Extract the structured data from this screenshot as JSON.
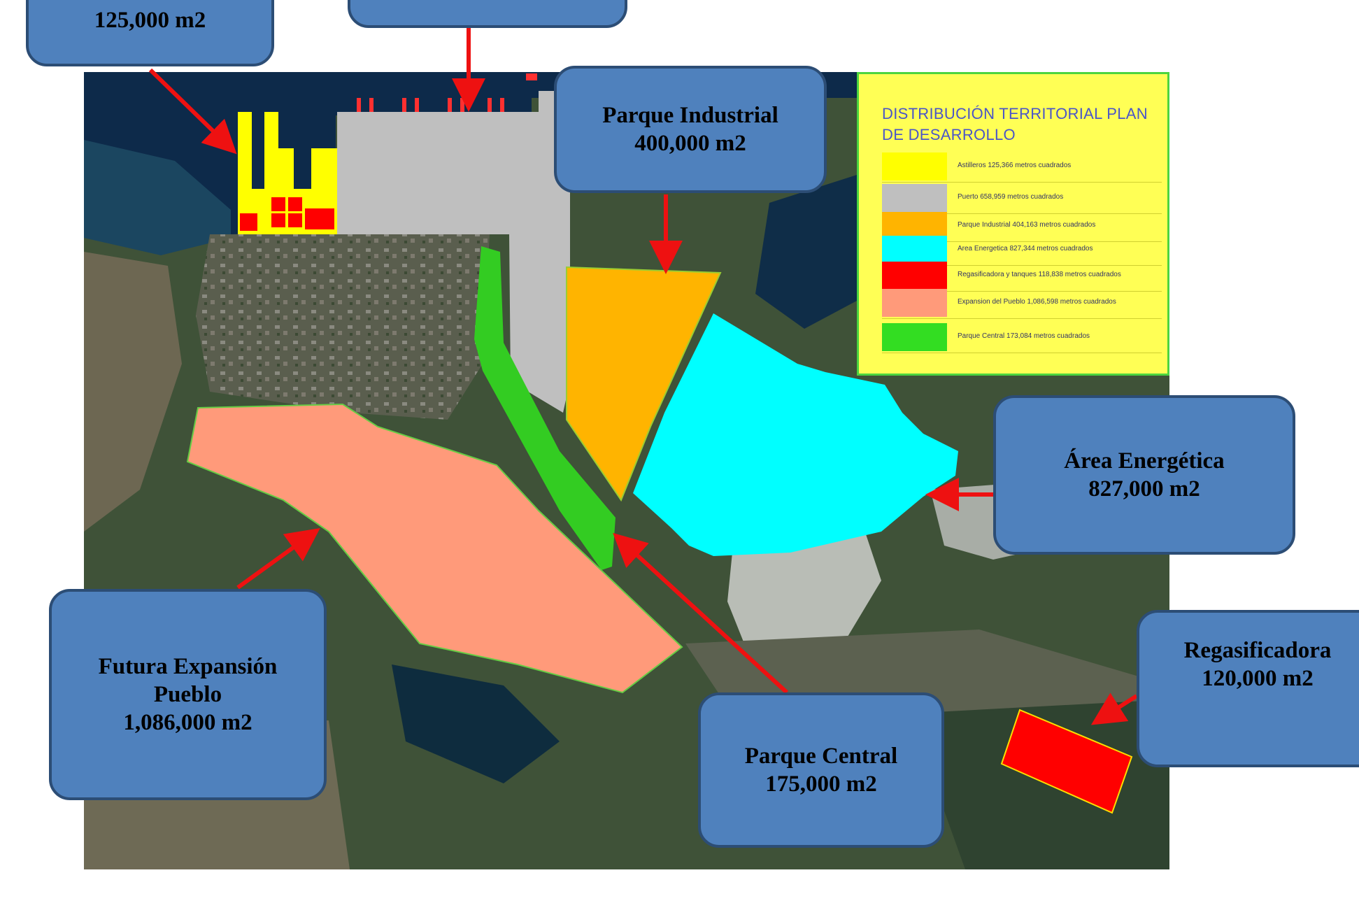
{
  "callouts": {
    "astilleros": {
      "area": "125,000 m2"
    },
    "puerto": {
      "text": ""
    },
    "parque_industrial": {
      "name": "Parque Industrial",
      "area": "400,000 m2"
    },
    "area_energetica": {
      "name": "Área Energética",
      "area": "827,000 m2"
    },
    "futura_expansion": {
      "name_line1": "Futura Expansión",
      "name_line2": "Pueblo",
      "area": "1,086,000 m2"
    },
    "parque_central": {
      "name": "Parque Central",
      "area": "175,000 m2"
    },
    "regasificadora": {
      "name": "Regasificadora",
      "area": "120,000 m2"
    }
  },
  "legend": {
    "title": "DISTRIBUCIÓN TERRITORIAL PLAN DE DESARROLLO",
    "items": [
      {
        "color": "#ffff00",
        "label": "Astilleros 125,366 metros cuadrados"
      },
      {
        "color": "#bfbfbf",
        "label": "Puerto 658,959 metros cuadrados"
      },
      {
        "color": "#ffb400",
        "label": "Parque Industrial 404,163 metros cuadrados"
      },
      {
        "color": "#00ffff",
        "label": "Area Energetica 827,344 metros cuadrados"
      },
      {
        "color": "#ff0000",
        "label": "Regasificadora y tanques 118,838 metros cuadrados"
      },
      {
        "color": "#ff9a7a",
        "label": "Expansion del Pueblo 1,086,598 metros cuadrados"
      },
      {
        "color": "#33dd22",
        "label": "Parque Central 173,084 metros cuadrados"
      }
    ]
  },
  "colors": {
    "callout_fill": "#4f81bd",
    "callout_border": "#2c4d75",
    "arrow": "#ee1111",
    "sea": "#0d2a4a",
    "land": "#3f5238"
  }
}
